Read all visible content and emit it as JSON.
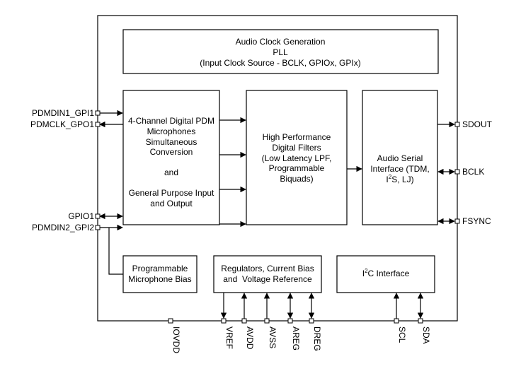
{
  "blocks": {
    "clock": {
      "lines": [
        "Audio Clock Generation",
        "PLL",
        "(Input Clock Source - BCLK, GPIOx, GPIx)"
      ]
    },
    "pdm": {
      "lines": [
        "4-Channel Digital PDM",
        "Microphones",
        "Simultaneous",
        "Conversion",
        "",
        "and",
        "",
        "General Purpose Input",
        "and Output"
      ]
    },
    "filters": {
      "lines": [
        "High Performance",
        "Digital Filters",
        "(Low Latency LPF,",
        "Programmable",
        "Biquads)"
      ]
    },
    "serial": {
      "line1": "Audio Serial",
      "line2": "Interface (TDM,",
      "line3_pre": "I",
      "line3_sup": "2",
      "line3_post": "S, LJ)"
    },
    "micbias": {
      "lines": [
        "Programmable",
        "Microphone Bias"
      ]
    },
    "regulators": {
      "lines": [
        "Regulators, Current Bias",
        "and  Voltage Reference"
      ]
    },
    "i2c": {
      "pre": "I",
      "sup": "2",
      "post": "C Interface"
    }
  },
  "pins": {
    "left": {
      "pdmdin1": "PDMDIN1_GPI1",
      "pdmclk": "PDMCLK_GPO1",
      "gpio1": "GPIO1",
      "pdmdin2": "PDMDIN2_GPI2"
    },
    "right": {
      "sdout": "SDOUT",
      "bclk": "BCLK",
      "fsync": "FSYNC"
    },
    "bottom": {
      "iovdd": "IOVDD",
      "vref": "VREF",
      "avdd": "AVDD",
      "avss": "AVSS",
      "areg": "AREG",
      "dreg": "DREG",
      "scl": "SCL",
      "sda": "SDA"
    }
  }
}
